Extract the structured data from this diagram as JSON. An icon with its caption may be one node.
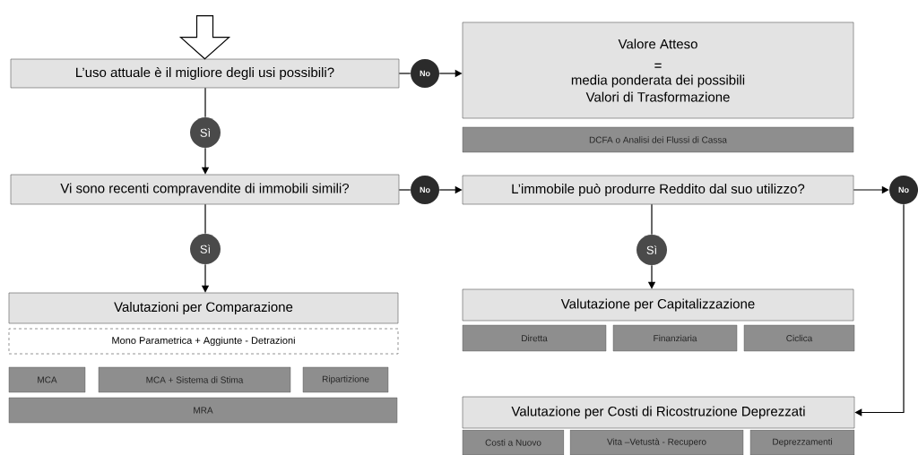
{
  "diagram": {
    "nodes": [
      {
        "text": [
          "L’uso attuale è il migliore degli usi possibili?"
        ]
      },
      {
        "text": [
          "No"
        ]
      },
      {
        "text": [
          "Valore Atteso",
          "=",
          "media ponderata dei possibili Valori di Trasformazione"
        ]
      },
      {
        "text": [
          "DCFA o Analisi dei Flussi di Cassa"
        ]
      },
      {
        "text": [
          "Sì"
        ]
      },
      {
        "text": [
          "Vi sono recenti compravendite di immobili simili?"
        ]
      },
      {
        "text": [
          "No"
        ]
      },
      {
        "text": [
          "L’immobile può produrre Reddito dal suo utilizzo?"
        ]
      },
      {
        "text": [
          "No"
        ]
      },
      {
        "text": [
          "Sì"
        ]
      },
      {
        "text": [
          "Sì"
        ]
      },
      {
        "text": [
          "Valutazioni per Comparazione"
        ]
      },
      {
        "text": [
          "Mono Parametrica + Aggiunte - Detrazioni"
        ]
      },
      {
        "text": [
          "MCA"
        ]
      },
      {
        "text": [
          "MCA + Sistema di Stima"
        ]
      },
      {
        "text": [
          "Ripartizione"
        ]
      },
      {
        "text": [
          "MRA"
        ]
      },
      {
        "text": [
          "Valutazione per Capitalizzazione"
        ]
      },
      {
        "text": [
          "Diretta"
        ]
      },
      {
        "text": [
          "Finanziaria"
        ]
      },
      {
        "text": [
          "Ciclica"
        ]
      },
      {
        "text": [
          "Valutazione per Costi di Ricostruzione Deprezzati"
        ]
      },
      {
        "text": [
          "Costi a Nuovo"
        ]
      },
      {
        "text": [
          "Vita –Vetustà - Recupero"
        ]
      },
      {
        "text": [
          "Deprezzamenti"
        ]
      }
    ],
    "edges": [
      {
        "from": null,
        "to": 0,
        "arrow": "to"
      },
      {
        "from": 0,
        "to": 1,
        "arrow": "none"
      },
      {
        "from": 1,
        "to": 2,
        "arrow": "to"
      },
      {
        "from": 0,
        "to": 4,
        "arrow": "none"
      },
      {
        "from": 4,
        "to": 5,
        "arrow": "to"
      },
      {
        "from": 5,
        "to": 6,
        "arrow": "none"
      },
      {
        "from": 6,
        "to": 7,
        "arrow": "to"
      },
      {
        "from": 7,
        "to": 8,
        "arrow": "to"
      },
      {
        "from": 5,
        "to": 9,
        "arrow": "none"
      },
      {
        "from": 9,
        "to": 11,
        "arrow": "to"
      },
      {
        "from": 7,
        "to": 10,
        "arrow": "none"
      },
      {
        "from": 10,
        "to": 17,
        "arrow": "to"
      },
      {
        "from": 8,
        "to": 21,
        "arrow": "to"
      }
    ]
  }
}
